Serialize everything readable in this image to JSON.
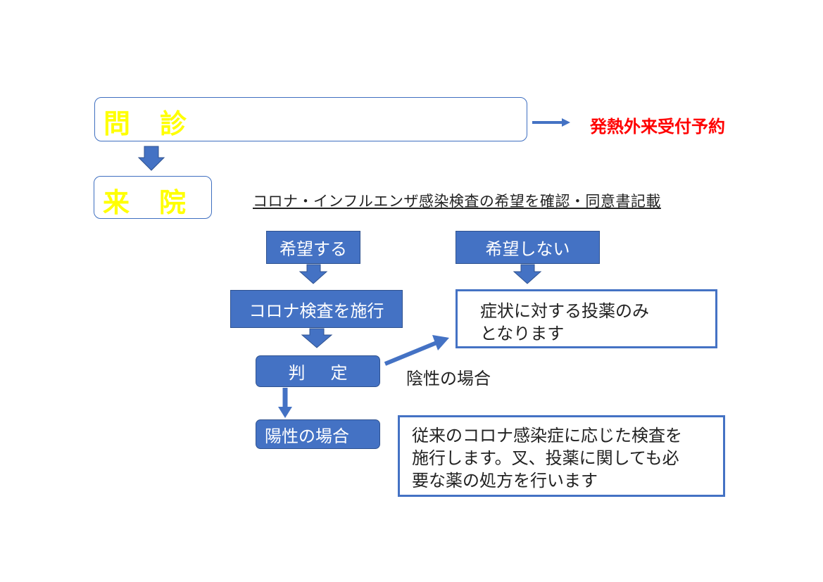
{
  "colors": {
    "accent_blue": "#4472c4",
    "title_yellow": "#ffff00",
    "reservation_red": "#ff0000"
  },
  "steps": {
    "monshin": {
      "char1": "問",
      "char2": "診"
    },
    "raiin": {
      "char1": "来",
      "char2": "院"
    }
  },
  "reservation_text": "発熱外来受付予約",
  "consent_text": "コロナ・インフルエンザ感染検査の希望を確認・同意書記載",
  "branches": {
    "wish": "希望する",
    "no_wish": "希望しない",
    "test": "コロナ検査を施行",
    "judgement": {
      "char1": "判",
      "char2": "定"
    },
    "positive": "陽性の場合",
    "negative": "陰性の場合"
  },
  "notes": {
    "symptomatic": [
      "症状に対する投薬のみ",
      "となります"
    ],
    "positive_care": [
      "従来のコロナ感染症に応じた検査を",
      "施行します。叉、投薬に関しても必",
      "要な薬の処方を行います"
    ]
  },
  "icons": {
    "down_arrow": "down-arrow-icon",
    "right_arrow": "right-arrow-icon"
  }
}
